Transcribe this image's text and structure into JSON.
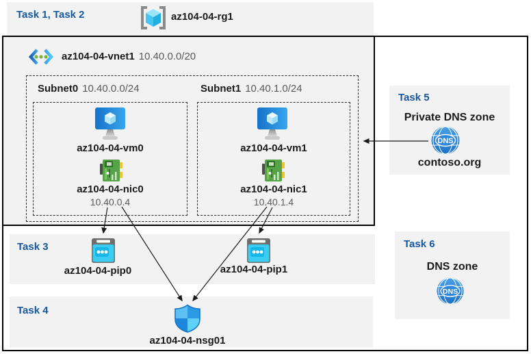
{
  "header": {
    "task_label": "Task 1, Task 2",
    "rg_name": "az104-04-rg1"
  },
  "vnet": {
    "name": "az104-04-vnet1",
    "cidr": "10.40.0.0/20",
    "subnets": [
      {
        "name": "Subnet0",
        "cidr": "10.40.0.0/24",
        "vm": "az104-04-vm0",
        "nic": "az104-04-nic0",
        "ip": "10.40.0.4"
      },
      {
        "name": "Subnet1",
        "cidr": "10.40.1.0/24",
        "vm": "az104-04-vm1",
        "nic": "az104-04-nic1",
        "ip": "10.40.1.4"
      }
    ]
  },
  "task3": {
    "label": "Task 3",
    "pips": [
      "az104-04-pip0",
      "az104-04-pip1"
    ]
  },
  "task4": {
    "label": "Task 4",
    "nsg": "az104-04-nsg01"
  },
  "task5": {
    "label": "Task 5",
    "title": "Private DNS zone",
    "zone": "contoso.org",
    "icon_text": "DNS"
  },
  "task6": {
    "label": "Task 6",
    "title": "DNS zone",
    "icon_text": "DNS"
  },
  "icons": {
    "resource_group": "cube-in-brackets",
    "virtual_network": "chevrons-with-dots",
    "virtual_machine": "monitor-with-cube",
    "network_interface": "green-network-card",
    "public_ip": "cyan-address-bar-dots",
    "dns_zone": "blue-globe-dns",
    "network_security_group": "quartered-shield"
  },
  "colors": {
    "task_blue": "#17579D",
    "panel_gray": "#F2F2F2",
    "text_gray": "#595959",
    "border_black": "#000000"
  }
}
